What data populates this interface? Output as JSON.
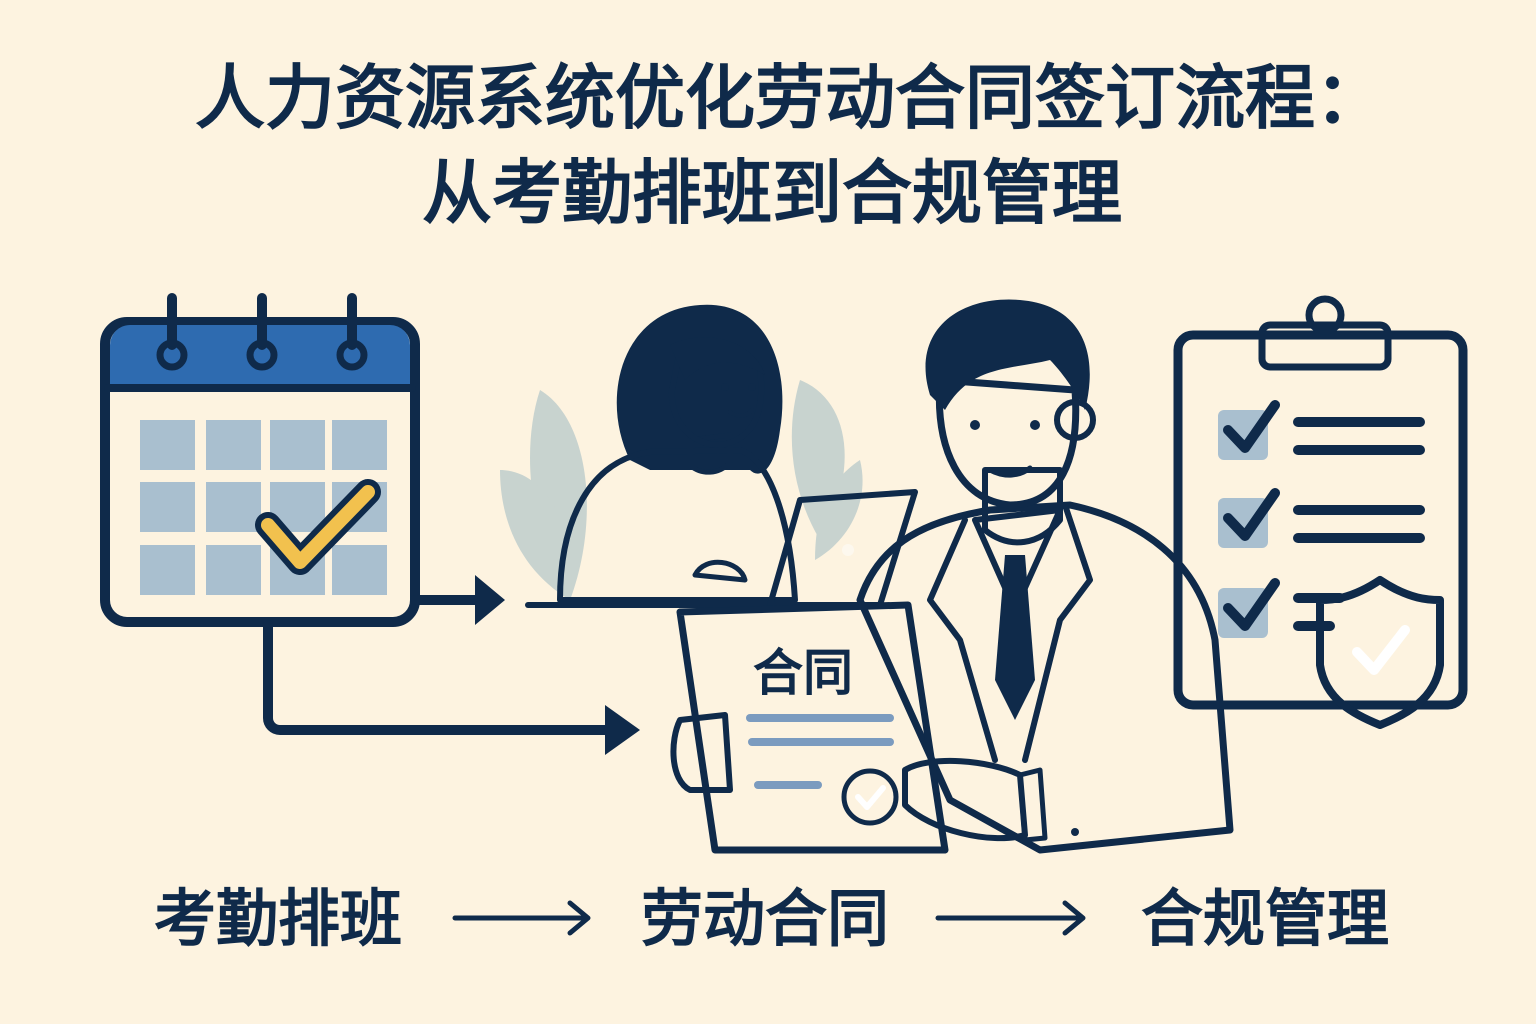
{
  "title": {
    "line1": "人力资源系统优化劳动合同签订流程：",
    "line2": "从考勤排班到合规管理"
  },
  "document": {
    "label": "合同"
  },
  "flow": {
    "steps": [
      "考勤排班",
      "劳动合同",
      "合规管理"
    ]
  },
  "icons": [
    "calendar-icon",
    "checkmark-icon",
    "arrow-right-icon",
    "laptop-icon",
    "clipboard-icon",
    "shield-check-icon"
  ],
  "colors": {
    "background": "#fdf3e0",
    "navy": "#0f2a4a",
    "blue": "#2e6bb0",
    "light_blue": "#a9bfcf",
    "yellow": "#f2c14e",
    "skin": "#f5c891"
  }
}
